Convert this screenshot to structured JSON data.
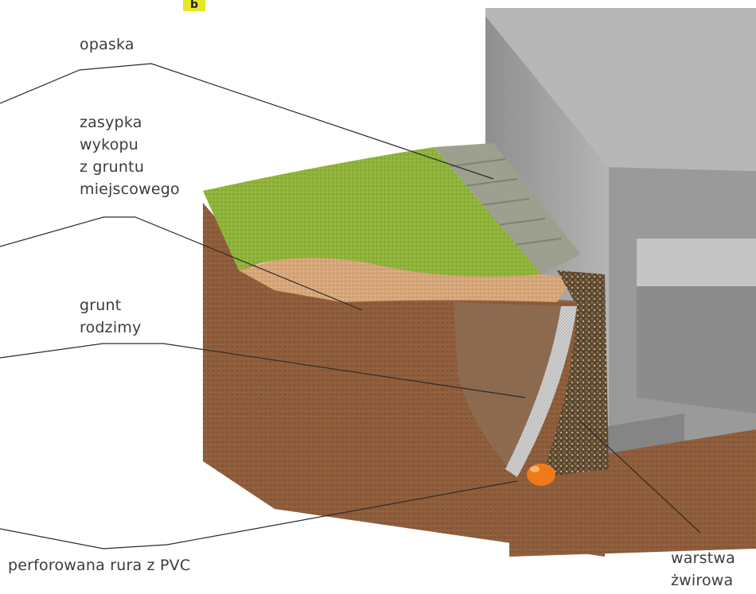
{
  "badge": "b",
  "labels": {
    "opaska": "opaska",
    "zasypka": [
      "zasypka",
      "wykopu",
      "z gruntu",
      "miejscowego"
    ],
    "grunt": [
      "grunt",
      "rodzimy"
    ],
    "rura": "perforowana rura z PVC",
    "warstwa": [
      "warstwa",
      "żwirowa"
    ]
  },
  "colors": {
    "grass": "#8fb33a",
    "soil": "#8a5a3a",
    "concrete": "#a8a8a8",
    "gravel": "#6e5536",
    "pipe": "#f07a1a"
  }
}
